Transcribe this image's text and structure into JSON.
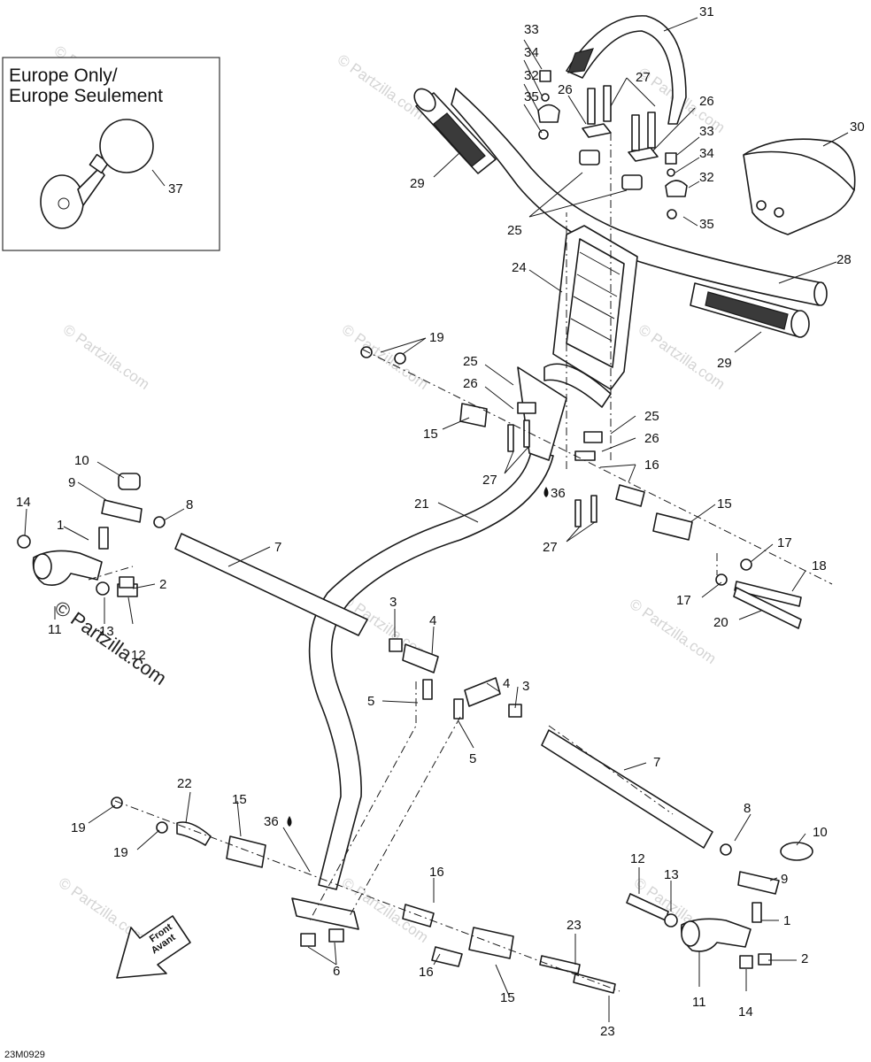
{
  "inset": {
    "line1": "Europe Only/",
    "line2": "Europe Seulement",
    "part": "37"
  },
  "watermark": "© Partzilla.com",
  "front_arrow": {
    "line1": "Front",
    "line2": "Avant"
  },
  "figure_code": "23M0929",
  "callouts": [
    "1",
    "2",
    "3",
    "4",
    "5",
    "6",
    "7",
    "8",
    "9",
    "10",
    "11",
    "12",
    "13",
    "14",
    "15",
    "16",
    "17",
    "18",
    "19",
    "20",
    "21",
    "22",
    "23",
    "24",
    "25",
    "26",
    "27",
    "28",
    "29",
    "30",
    "31",
    "32",
    "33",
    "34",
    "35",
    "36",
    "37"
  ]
}
